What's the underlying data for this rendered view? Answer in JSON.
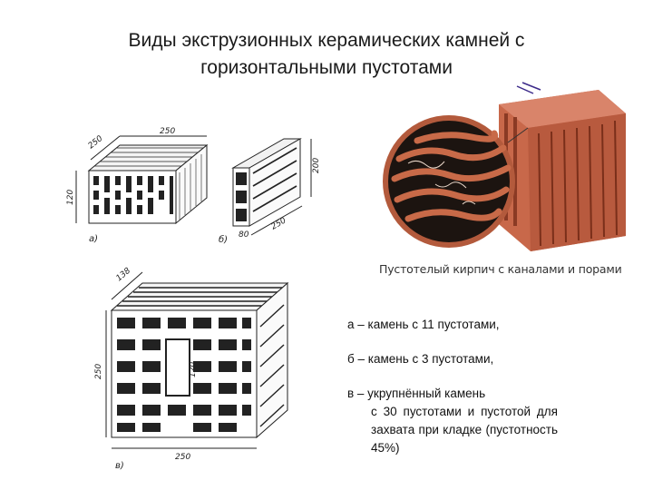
{
  "title": {
    "line1": "Виды экструзионных керамических камней с",
    "line2": "горизонтальными пустотами"
  },
  "figure_a": {
    "label": "а)",
    "dims": {
      "d1": "250",
      "d2": "250",
      "d3": "120"
    }
  },
  "figure_b": {
    "label": "б)",
    "dims": {
      "d1": "200",
      "d2": "250",
      "d3": "80"
    }
  },
  "figure_v": {
    "label": "в)",
    "dims": {
      "d1": "138",
      "d2": "250",
      "d3": "250",
      "d4": "120"
    }
  },
  "photo": {
    "caption": "Пустотелый кирпич с каналами и порами"
  },
  "legend": {
    "a": "а – камень с 11 пустотами,",
    "b": "б – камень с 3 пустотами,",
    "v_line1": "в – укрупнённый камень",
    "v_cont": "с 30 пустотами и пустотой для захвата при кладке (пустотность 45%)"
  },
  "colors": {
    "brick": "#c8684a",
    "brick_dark": "#8a3a24",
    "ink": "#222222"
  }
}
